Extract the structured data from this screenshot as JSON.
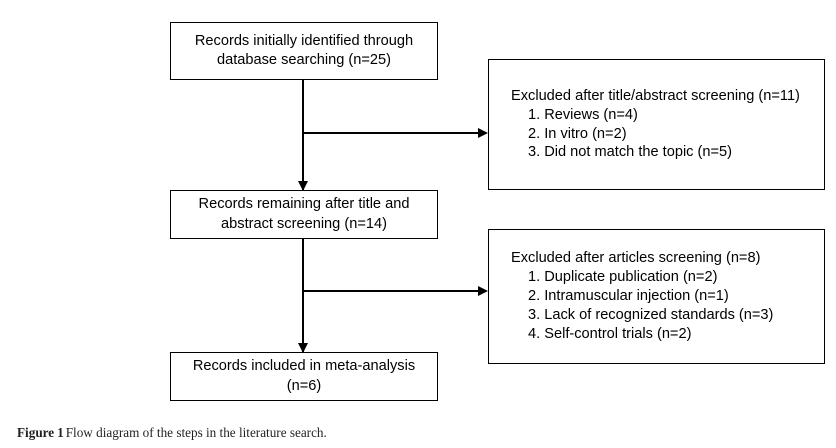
{
  "figure": {
    "caption_label": "Figure",
    "caption_number": "1",
    "caption_text": "Flow diagram of the steps in the literature search."
  },
  "colors": {
    "stroke": "#000000",
    "background": "#ffffff",
    "caption_text": "#231f20"
  },
  "flow": {
    "stages": [
      {
        "id": "records-identified",
        "line1": "Records initially identified through",
        "line2": "database searching (n=25)",
        "count": 25
      },
      {
        "id": "records-remaining",
        "line1": "Records remaining after title and",
        "line2": "abstract screening (n=14)",
        "count": 14
      },
      {
        "id": "records-included",
        "line1": "Records included in meta-analysis",
        "line2": "(n=6)",
        "count": 6
      }
    ],
    "exclusions": [
      {
        "id": "excluded-title-abstract",
        "heading": "Excluded after title/abstract screening (n=11)",
        "count": 11,
        "reasons": [
          "1. Reviews (n=4)",
          "2. In vitro (n=2)",
          "3. Did not match the topic (n=5)"
        ]
      },
      {
        "id": "excluded-articles",
        "heading": "Excluded after articles screening (n=8)",
        "count": 8,
        "reasons": [
          "1. Duplicate publication (n=2)",
          "2. Intramuscular injection (n=1)",
          "3. Lack of recognized standards (n=3)",
          "4. Self-control trials (n=2)"
        ]
      }
    ]
  }
}
